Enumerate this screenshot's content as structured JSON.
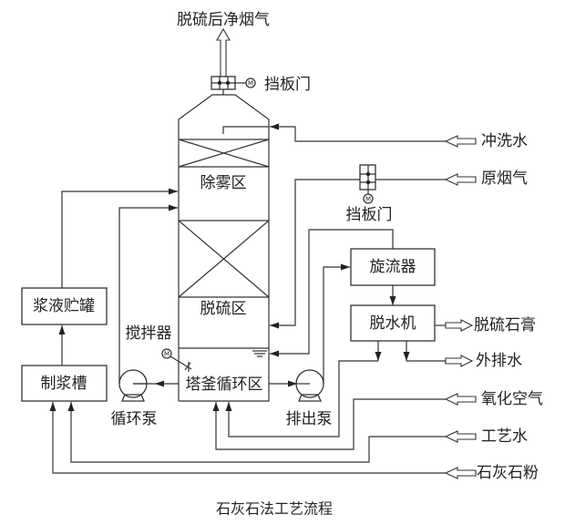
{
  "title": "石灰石法工艺流程",
  "tower": {
    "zones": {
      "demister": "除雾区",
      "desulfurization": "脱硫区",
      "sump": "塔釜循环区"
    }
  },
  "equipment": {
    "slurry_storage_tank": "浆液贮罐",
    "slurry_prep_tank": "制浆槽",
    "hydrocyclone": "旋流器",
    "dewatering_machine": "脱水机",
    "agitator": "搅拌器",
    "circulation_pump": "循环泵",
    "discharge_pump": "排出泵",
    "outlet_damper": "挡板门",
    "inlet_damper": "挡板门"
  },
  "streams": {
    "clean_flue_gas": "脱硫后净烟气",
    "flush_water": "冲洗水",
    "raw_flue_gas": "原烟气",
    "gypsum": "脱硫石膏",
    "waste_water": "外排水",
    "oxidation_air": "氧化空气",
    "process_water": "工艺水",
    "limestone_powder": "石灰石粉"
  },
  "icons": {
    "motor_symbol": "M"
  },
  "colors": {
    "line": "#333333",
    "background": "#ffffff"
  }
}
